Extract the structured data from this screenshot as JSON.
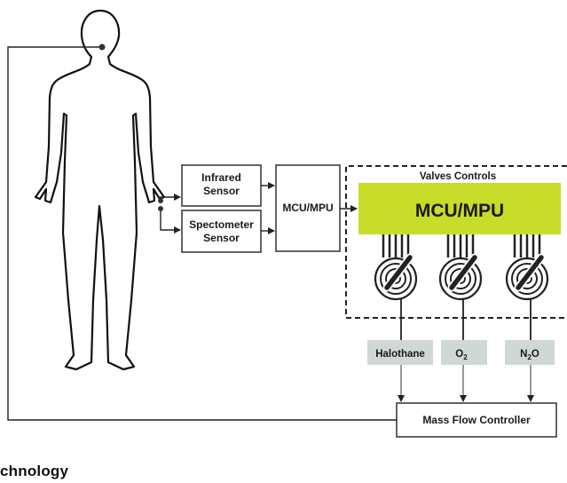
{
  "diagram": {
    "sensor_infrared": [
      "Infrared",
      "Sensor"
    ],
    "sensor_spectrometer": [
      "Spectometer",
      "Sensor"
    ],
    "mcu_left": "MCU/MPU",
    "valves_title": "Valves Controls",
    "mcu_main": "MCU/MPU",
    "gases": {
      "halothane": "Halothane",
      "o2": {
        "base": "O",
        "sub": "2"
      },
      "n2o": {
        "base": "N",
        "sub": "2",
        "suffix": "O"
      }
    },
    "mass_flow": "Mass Flow Controller",
    "caption": "chnology"
  },
  "colors": {
    "mcu_main_fill": "#c8dc2a",
    "gas_box_fill": "#cfd8d6",
    "line": "#222222"
  }
}
